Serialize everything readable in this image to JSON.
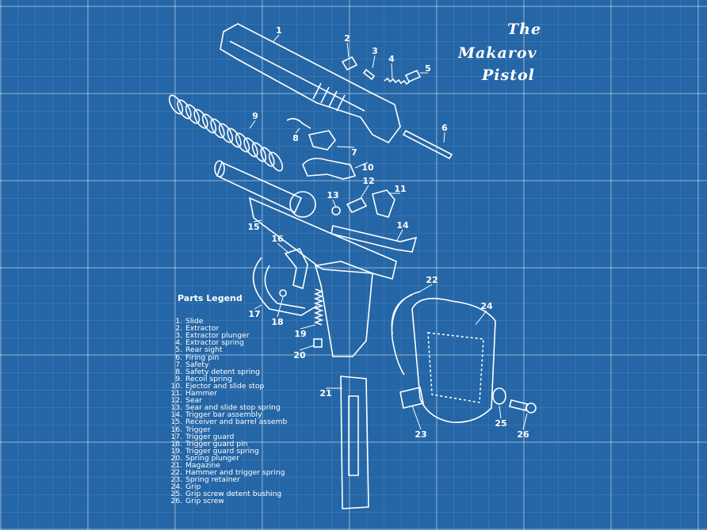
{
  "title": {
    "line1": "The",
    "line2": "Makarov",
    "line3": "Pistol"
  },
  "legend": {
    "heading": "Parts  Legend",
    "items": [
      {
        "num": "1.",
        "name": "Slide"
      },
      {
        "num": "2.",
        "name": "Extractor"
      },
      {
        "num": "3.",
        "name": "Extractor plunger"
      },
      {
        "num": "4.",
        "name": "Extractor spring"
      },
      {
        "num": "5.",
        "name": "Rear sight"
      },
      {
        "num": "6.",
        "name": "Firing pin"
      },
      {
        "num": "7.",
        "name": "Safety"
      },
      {
        "num": "8.",
        "name": "Safety detent spring"
      },
      {
        "num": "9.",
        "name": "Recoil spring"
      },
      {
        "num": "10.",
        "name": "Ejector and slide stop"
      },
      {
        "num": "11.",
        "name": "Hammer"
      },
      {
        "num": "12.",
        "name": "Sear"
      },
      {
        "num": "13.",
        "name": "Sear and slide stop spring"
      },
      {
        "num": "14.",
        "name": "Trigger bar assembly"
      },
      {
        "num": "15.",
        "name": "Receiver and barrel assemb"
      },
      {
        "num": "16.",
        "name": "Trigger"
      },
      {
        "num": "17.",
        "name": "Trigger guard"
      },
      {
        "num": "18.",
        "name": "Trigger guard pin"
      },
      {
        "num": "19.",
        "name": "Trigger guard spring"
      },
      {
        "num": "20.",
        "name": "Spring plunger"
      },
      {
        "num": "21.",
        "name": "Magazine"
      },
      {
        "num": "22.",
        "name": "Hammer and trigger spring"
      },
      {
        "num": "23.",
        "name": "Spring retainer"
      },
      {
        "num": "24.",
        "name": "Grip"
      },
      {
        "num": "25.",
        "name": "Grip screw detent bushing"
      },
      {
        "num": "26.",
        "name": "Grip screw"
      }
    ]
  },
  "callouts": [
    "1",
    "2",
    "3",
    "4",
    "5",
    "6",
    "7",
    "8",
    "9",
    "10",
    "11",
    "12",
    "13",
    "14",
    "15",
    "16",
    "17",
    "18",
    "19",
    "20",
    "21",
    "22",
    "23",
    "24",
    "25",
    "26"
  ],
  "colors": {
    "background": "#2466a6",
    "lines": "#ffffff"
  }
}
